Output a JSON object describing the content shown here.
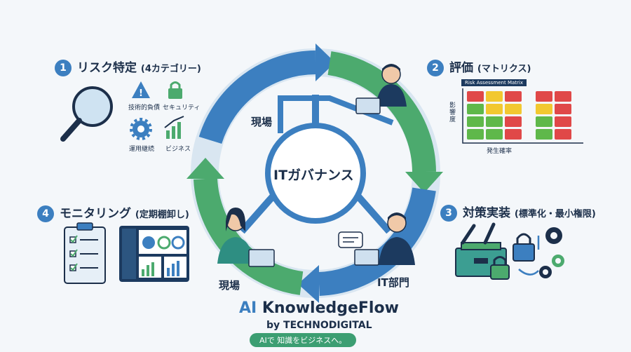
{
  "center": {
    "hub_label": "ITガバナンス",
    "role_top_left": "現場",
    "role_bottom_left": "現場",
    "role_bottom_right": "IT部門"
  },
  "steps": [
    {
      "num": "1",
      "title": "リスク特定",
      "sub": "(4カテゴリー)",
      "items": [
        "技術的負債",
        "セキュリティ",
        "運用継続",
        "ビジネス"
      ]
    },
    {
      "num": "2",
      "title": "評価",
      "sub": "(マトリクス)",
      "matrix_title": "Risk Assessment Matrix",
      "y_label": "影響度",
      "x_label": "発生確率"
    },
    {
      "num": "3",
      "title": "対策実装",
      "sub": "(標準化・最小権限)"
    },
    {
      "num": "4",
      "title": "モニタリング",
      "sub": "(定期棚卸し)"
    }
  ],
  "brand": {
    "name_ai": "AI",
    "name_rest": " KnowledgeFlow",
    "by": "by TECHNODIGITAL",
    "tagline": "AIで 知識をビジネスへ。"
  },
  "colors": {
    "blue": "#3c7fc0",
    "green": "#4caa6e",
    "navy": "#1c2f4a",
    "red": "#e04848",
    "yellow": "#f2c830",
    "matrix_green": "#5fb84a"
  }
}
